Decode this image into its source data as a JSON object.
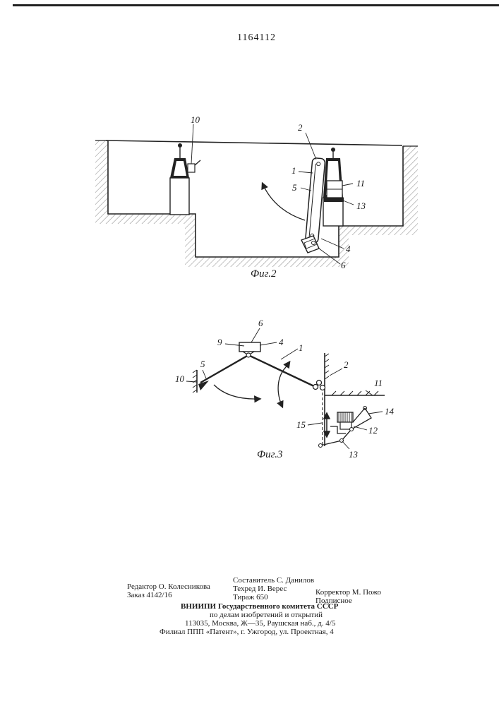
{
  "patent_number": "1164112",
  "fig2": {
    "caption": "Фиг.2",
    "labels": {
      "l10": "10",
      "l2": "2",
      "l1": "1",
      "l5": "5",
      "l11": "11",
      "l13": "13",
      "l4": "4",
      "l6": "6"
    }
  },
  "fig3": {
    "caption": "Фиг.3",
    "labels": {
      "l6": "6",
      "l9": "9",
      "l4": "4",
      "l1": "1",
      "l5": "5",
      "l10": "10",
      "l2": "2",
      "l11": "11",
      "l14": "14",
      "l15": "15",
      "l12": "12",
      "l13": "13"
    }
  },
  "footer": {
    "editor": "Редактор О. Колесникова",
    "order": "Заказ 4142/16",
    "compiler": "Составитель С. Данилов",
    "techred": "Техред И. Верес",
    "circulation": "Тираж 650",
    "corrector": "Корректор М. Пожо",
    "subscription": "Подписное",
    "vniipi": "ВНИИПИ Государственного комитета СССР",
    "affairs": "по делам изобретений и открытий",
    "address": "113035, Москва, Ж—35, Раушская наб., д. 4/5",
    "branch": "Филиал ППП «Патент», г. Ужгород, ул. Проектная, 4"
  }
}
